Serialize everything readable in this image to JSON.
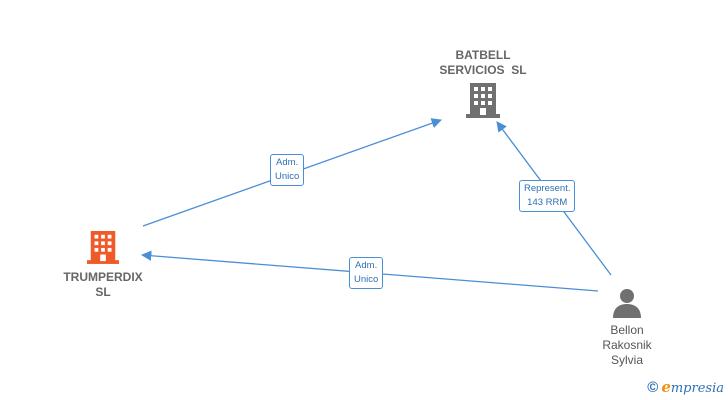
{
  "nodes": {
    "batbell": {
      "line1": "BATBELL",
      "line2": "SERVICIOS  SL",
      "icon": "building-icon",
      "color": "#707070"
    },
    "trumperdix": {
      "line1": "TRUMPERDIX",
      "line2": "SL",
      "icon": "building-icon",
      "color": "#f05a28"
    },
    "bellon": {
      "line1": "Bellon",
      "line2": "Rakosnik",
      "line3": "Sylvia",
      "icon": "person-icon",
      "color": "#707070"
    }
  },
  "edges": [
    {
      "from": "TRUMPERDIX SL",
      "to": "BATBELL SERVICIOS SL",
      "line1": "Adm.",
      "line2": "Unico"
    },
    {
      "from": "Bellon Rakosnik Sylvia",
      "to": "BATBELL SERVICIOS SL",
      "line1": "Represent.",
      "line2": "143 RRM"
    },
    {
      "from": "Bellon Rakosnik Sylvia",
      "to": "TRUMPERDIX SL",
      "line1": "Adm.",
      "line2": "Unico"
    }
  ],
  "footer": {
    "copyright": "©",
    "brand_initial": "e",
    "brand_rest": "mpresia"
  },
  "colors": {
    "edge": "#4a8fd6"
  }
}
